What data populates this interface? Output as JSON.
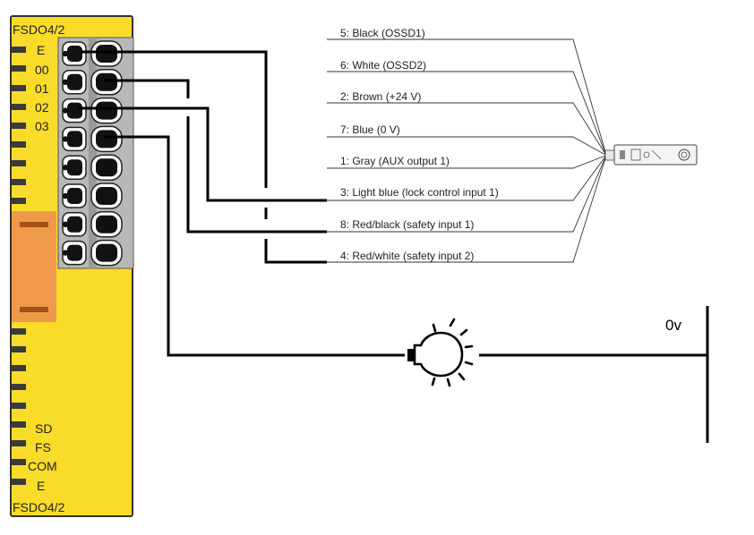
{
  "module": {
    "name_top": "FSDO4/2",
    "name_bottom": "FSDO4/2",
    "top_terminals": [
      "E",
      "00",
      "01",
      "02",
      "03"
    ],
    "bottom_terminals": [
      "SD",
      "FS",
      "COM",
      "E"
    ],
    "colors": {
      "body": "#f9dc2a",
      "body_border": "#333333",
      "latch": "#ef9a4a",
      "terminal_block": "#b8b8b8"
    }
  },
  "wires": [
    {
      "label": "5: Black (OSSD1)"
    },
    {
      "label": "6: White (OSSD2)"
    },
    {
      "label": "2: Brown (+24 V)"
    },
    {
      "label": "7: Blue (0 V)"
    },
    {
      "label": "1: Gray (AUX output 1)"
    },
    {
      "label": "3: Light blue (lock control input 1)"
    },
    {
      "label": "8: Red/black (safety input 1)"
    },
    {
      "label": "4: Red/white (safety input 2)"
    }
  ],
  "sensor": {
    "icon": "safety-sensor-icon"
  },
  "lamp": {
    "icon": "light-bulb-icon"
  },
  "ground": {
    "label": "0v"
  }
}
